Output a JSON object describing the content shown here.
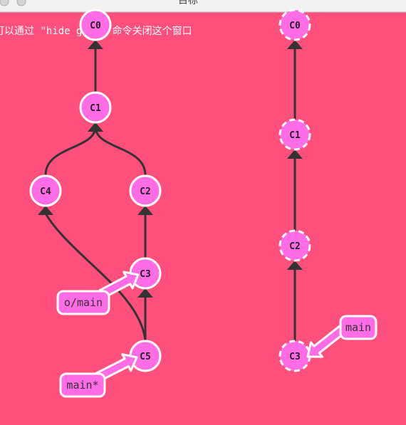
{
  "window": {
    "title": "目标",
    "titlebar_bg": "#f2f2f2"
  },
  "hint_text": "可以通过 \"hide goal\" 命令关闭这个窗口",
  "colors": {
    "background": "#ff4f7d",
    "node_fill": "#ff6ce6",
    "node_stroke": "#ffffff",
    "edge": "#333333",
    "ref_fill": "#ff6ce6",
    "ref_label_bg": "#ffffff"
  },
  "graphs": {
    "current": {
      "nodes": [
        {
          "id": "C0",
          "label": "C0"
        },
        {
          "id": "C1",
          "label": "C1"
        },
        {
          "id": "C4",
          "label": "C4"
        },
        {
          "id": "C2",
          "label": "C2"
        },
        {
          "id": "C3",
          "label": "C3"
        },
        {
          "id": "C5",
          "label": "C5"
        }
      ],
      "edges": [
        [
          "C1",
          "C0"
        ],
        [
          "C4",
          "C1"
        ],
        [
          "C2",
          "C1"
        ],
        [
          "C3",
          "C2"
        ],
        [
          "C5",
          "C3"
        ],
        [
          "C5",
          "C4"
        ]
      ],
      "refs": [
        {
          "name": "o/main",
          "target": "C3"
        },
        {
          "name": "main*",
          "target": "C5"
        }
      ]
    },
    "goal": {
      "nodes": [
        {
          "id": "C0",
          "label": "C0"
        },
        {
          "id": "C1",
          "label": "C1"
        },
        {
          "id": "C2",
          "label": "C2"
        },
        {
          "id": "C3",
          "label": "C3"
        }
      ],
      "edges": [
        [
          "C1",
          "C0"
        ],
        [
          "C2",
          "C1"
        ],
        [
          "C3",
          "C2"
        ]
      ],
      "refs": [
        {
          "name": "main",
          "target": "C3"
        }
      ]
    }
  }
}
